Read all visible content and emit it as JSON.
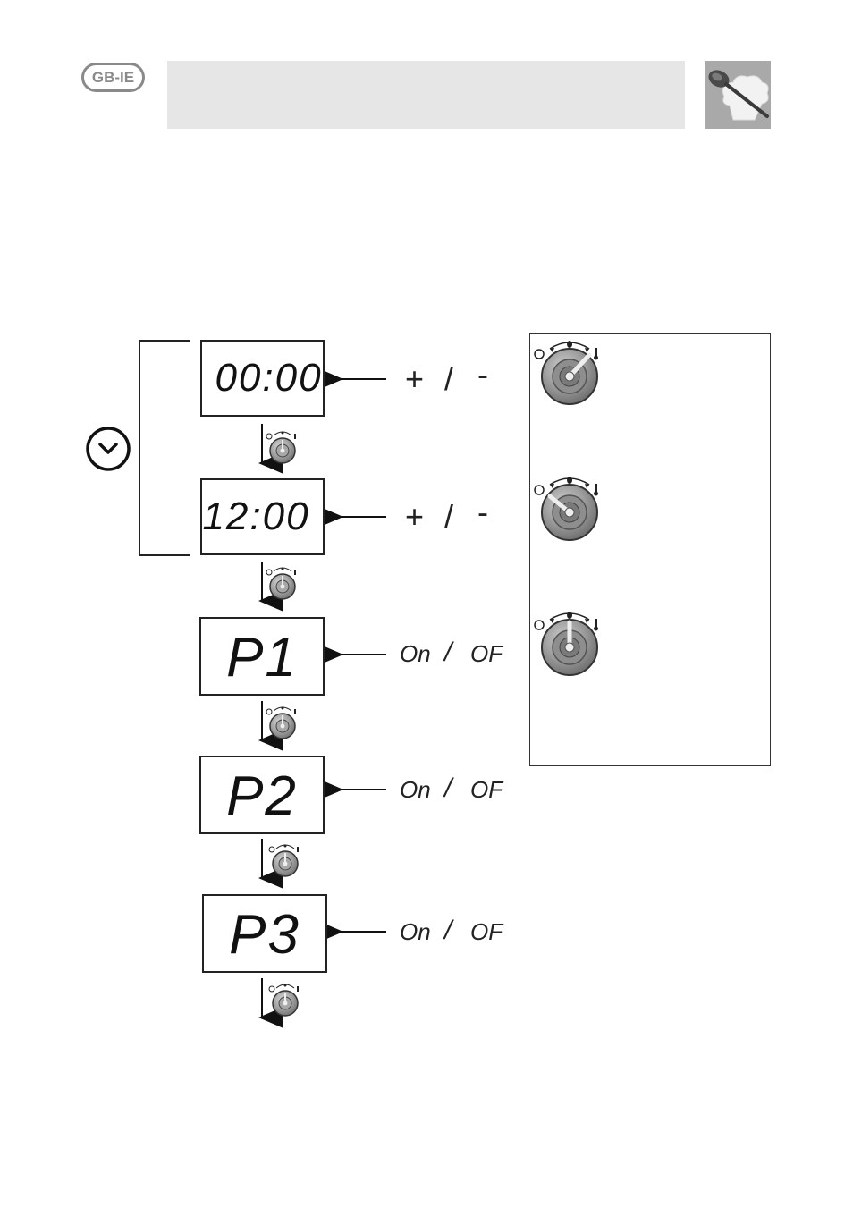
{
  "header": {
    "badge_label": "GB-IE",
    "logo_icon": "chef-spoon-icon"
  },
  "diagram": {
    "clock_icon": "clock-icon",
    "knob_icon": "selector-knob-icon",
    "steps": [
      {
        "display": "00:00",
        "control_left": "+",
        "control_sep": "/",
        "control_right": "-"
      },
      {
        "display": "12:00",
        "control_left": "+",
        "control_sep": "/",
        "control_right": "-"
      },
      {
        "display": "P1",
        "control_left": "On",
        "control_sep": "/",
        "control_right": "OF"
      },
      {
        "display": "P2",
        "control_left": "On",
        "control_sep": "/",
        "control_right": "OF"
      },
      {
        "display": "P3",
        "control_left": "On",
        "control_sep": "/",
        "control_right": "OF"
      }
    ],
    "legend_knobs": [
      {
        "icon": "knob-turned-right-icon"
      },
      {
        "icon": "knob-turned-left-icon"
      },
      {
        "icon": "knob-center-icon"
      }
    ]
  },
  "colors": {
    "header_band": "#e6e6e6",
    "logo_bg": "#a9a9a9",
    "badge": "#8a8a8a",
    "knob_metal": "#9a9a9a"
  }
}
